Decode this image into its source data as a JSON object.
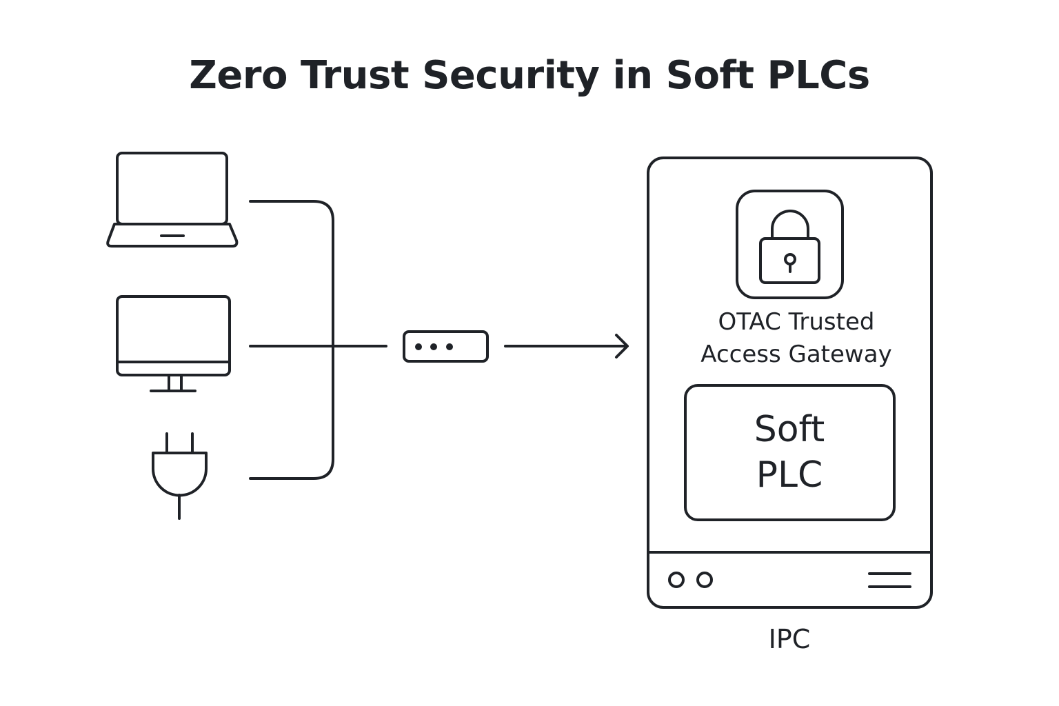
{
  "title": "Zero Trust Security in Soft PLCs",
  "sources": [
    {
      "name": "laptop",
      "icon": "laptop-icon"
    },
    {
      "name": "desktop monitor",
      "icon": "monitor-icon"
    },
    {
      "name": "plug",
      "icon": "plug-icon"
    }
  ],
  "connector": {
    "icon": "ellipsis-box-icon"
  },
  "ipc": {
    "label": "IPC",
    "gateway": {
      "icon": "lock-icon",
      "line1": "OTAC Trusted",
      "line2": "Access Gateway"
    },
    "plc": {
      "line1": "Soft",
      "line2": "PLC"
    },
    "footer_icons": [
      "status-light-icon",
      "status-light-icon",
      "menu-lines-icon"
    ]
  },
  "colors": {
    "stroke": "#1f2227",
    "background": "#ffffff"
  }
}
